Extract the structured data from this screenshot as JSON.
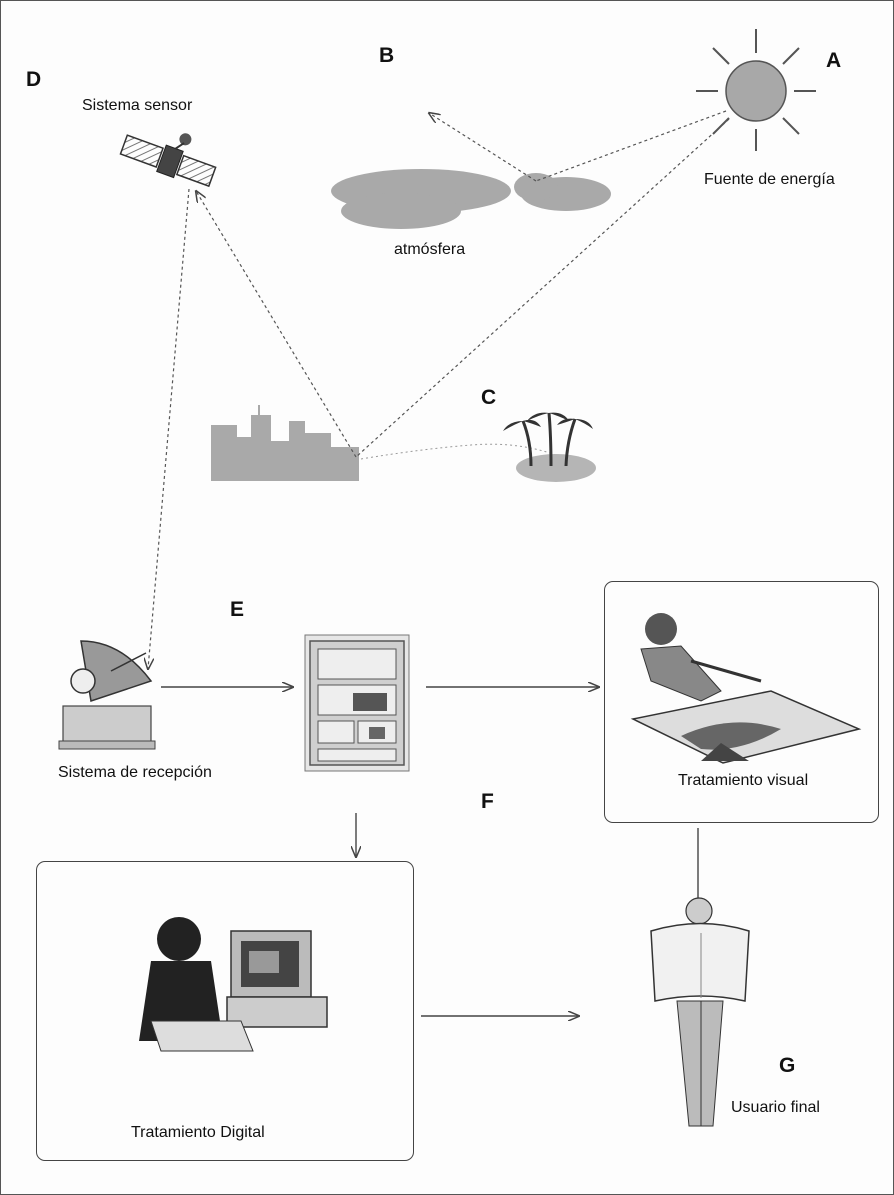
{
  "labels": {
    "a": "A",
    "b": "B",
    "c": "C",
    "d": "D",
    "e": "E",
    "f": "F",
    "g": "G"
  },
  "captions": {
    "sensor_system": "Sistema sensor",
    "energy_source": "Fuente de energía",
    "atmosphere": "atmósfera",
    "reception_system": "Sistema de recepción",
    "visual_treatment": "Tratamiento visual",
    "digital_treatment": "Tratamiento Digital",
    "end_user": "Usuario final"
  },
  "icons": {
    "sun": "sun-icon",
    "satellite": "satellite-icon",
    "cloud": "cloud-icon",
    "city": "city-skyline-icon",
    "palm": "palm-island-icon",
    "antenna": "satellite-dish-icon",
    "rack": "server-rack-icon",
    "analyst": "map-analyst-icon",
    "computer_user": "computer-user-icon",
    "reader": "map-reader-icon"
  }
}
